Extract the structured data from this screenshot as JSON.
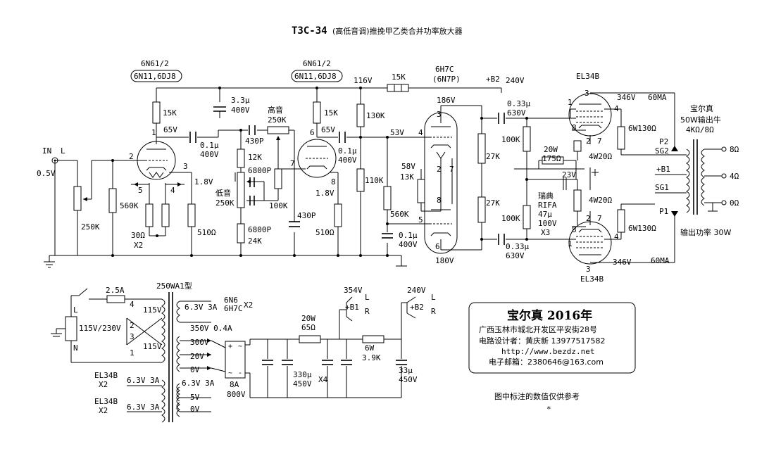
{
  "title": {
    "model": "T3C-34",
    "subtitle": "(高低音调)推挽甲乙类合并功率放大器"
  },
  "input": {
    "label": "IN",
    "channel": "L",
    "level": "0.5V",
    "volume_pot": "250K"
  },
  "stage1": {
    "tube": "6N61/2",
    "tube_alt": "6N11,6DJ8",
    "plate_resistor": "15K",
    "plate_voltage": "65V",
    "grid_resistor": "560K",
    "cathode_voltage": "1.8V",
    "cathode_resistor": "30Ω",
    "cathode_multiplier": "X2",
    "cathode_resistor_2": "510Ω",
    "decoupling_cap": "3.3μ",
    "decoupling_cap_voltage": "400V",
    "coupling_cap": "0.1μ",
    "coupling_cap_voltage": "400V",
    "pins": {
      "anode": "1",
      "grid": "2",
      "cathode": "3",
      "heater_a": "5",
      "heater_b": "4"
    }
  },
  "tone": {
    "treble_label": "高音",
    "treble_pot": "250K",
    "bass_label": "低音",
    "bass_pot": "250K",
    "cap_430p_top": "430P",
    "resistor_12k": "12K",
    "cap_6800p_a": "6800P",
    "resistor_100k": "100K",
    "cap_6800p_b": "6800P",
    "resistor_24k": "24K",
    "cap_430p_bottom": "430P"
  },
  "stage2": {
    "tube": "6N61/2",
    "tube_alt": "6N11,6DJ8",
    "plate_resistor": "15K",
    "plate_voltage": "65V",
    "cathode_voltage": "1.8V",
    "cathode_resistor": "510Ω",
    "coupling_cap": "0.1μ",
    "coupling_cap_voltage": "400V",
    "pins": {
      "anode": "6",
      "grid": "7",
      "cathode": "8"
    }
  },
  "driver": {
    "supply_voltage": "116V",
    "dropper_resistor": "130K",
    "bias_resistor": "110K",
    "series_resistor": "15K",
    "grid_voltage": "53V",
    "grid_resistor": "560K",
    "bypass_cap": "0.1μ",
    "bypass_cap_voltage": "400V",
    "tube": "6H7C",
    "tube_alt": "(6N7P)",
    "b2_label": "+B2",
    "b2_voltage": "240V",
    "plate_voltage": "186V",
    "cathode_voltage": "58V",
    "cathode_resistor": "13K",
    "bottom_voltage": "180V",
    "plate_load_top": "27K",
    "plate_load_bottom": "27K",
    "pins": {
      "p3": "3",
      "p4": "4",
      "p2": "2",
      "p7": "7",
      "p8": "8",
      "p5": "5",
      "p6": "6"
    }
  },
  "output_stage": {
    "tube": "EL34B",
    "coupling_cap": "0.33μ",
    "coupling_cap_voltage": "630V",
    "grid_resistor_top": "100K",
    "grid_resistor_bottom": "100K",
    "cathode_resistor": "20W",
    "cathode_resistor_value": "175Ω",
    "cathode_voltage": "23V",
    "bypass_brand": "瑞典",
    "bypass_model": "RIFA",
    "bypass_value": "47μ",
    "bypass_voltage": "100V",
    "bypass_multiplier": "X3",
    "screen_resistor": "4W20Ω",
    "grid_stopper": "6W130Ω",
    "plate_voltage": "346V",
    "plate_current": "60MA",
    "pins": {
      "p1": "1",
      "p4": "4",
      "p8": "8",
      "p2": "2",
      "p7": "7",
      "p3": "3"
    }
  },
  "transformer": {
    "brand": "宝尔真",
    "rating": "50W输出牛",
    "impedance": "4KΩ/8Ω",
    "p2": "P2",
    "sg2": "SG2",
    "b1": "+B1",
    "sg1": "SG1",
    "p1": "P1",
    "tap_8": "8Ω",
    "tap_4": "4Ω",
    "tap_0": "0Ω",
    "output_power": "输出功率 30W"
  },
  "power": {
    "fuse": "2.5A",
    "mains": "115V/230V",
    "mains_l": "L",
    "mains_n": "N",
    "primary_top": "115V",
    "primary_bottom": "115V",
    "pin_4": "4",
    "pin_2": "2",
    "pin_3": "3",
    "pin_1": "1",
    "transformer_model": "250WA1型",
    "heater_1": "6.3V 3A",
    "heater_1_tubes": "6N6",
    "heater_1_tubes_2": "6H7C",
    "heater_1_mult": "X2",
    "ht_secondary": "350V 0.4A",
    "tap_300": "300V",
    "tap_20": "20V",
    "tap_0": "0V",
    "rectifier": "8A",
    "rectifier_voltage": "800V",
    "heater_2_tube": "EL34B",
    "heater_2_mult": "X2",
    "heater_2": "6.3V 3A",
    "heater_3_tube": "EL34B",
    "heater_3_mult": "X2",
    "heater_3": "6.3V 3A",
    "aux_winding": "6.3V 3A",
    "aux_5v": "5V",
    "aux_0v": "0V",
    "dropper_1_watt": "20W",
    "dropper_1_value": "65Ω",
    "dropper_2_watt": "6W",
    "dropper_2_value": "3.9K",
    "filter_caps": "330μ",
    "filter_caps_voltage": "450V",
    "filter_caps_mult": "X4",
    "final_cap": "33μ",
    "final_cap_voltage": "450V",
    "b1_voltage": "354V",
    "b1_label": "+B1",
    "b1_l": "L",
    "b1_r": "R",
    "b2_voltage": "240V",
    "b2_label": "+B2",
    "b2_l": "L",
    "b2_r": "R"
  },
  "info_box": {
    "heading": "宝尔真 2016年",
    "address": "广西玉林市城北开发区平安街28号",
    "designer": "电路设计者：黄庆新  13977517582",
    "website": "http://www.bezdz.net",
    "email": "电子邮箱：2380646@163.com"
  },
  "note": "图中标注的数值仅供参考",
  "note_mark": "*"
}
